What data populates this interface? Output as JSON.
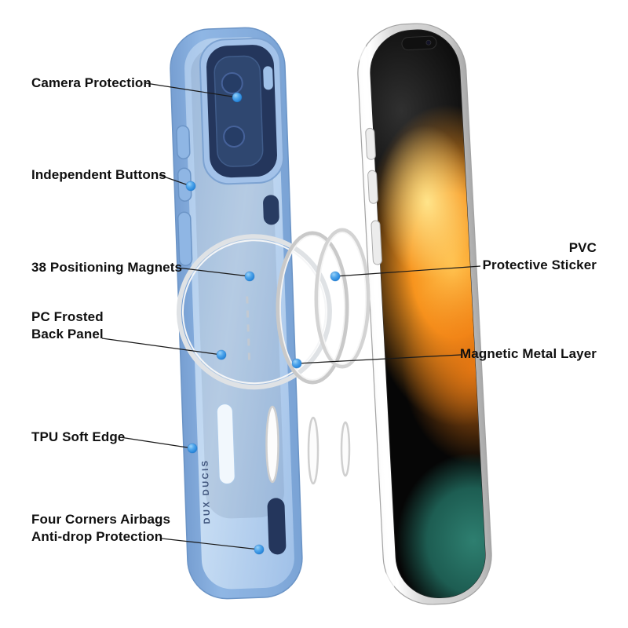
{
  "diagram": {
    "brand_vertical_text": "DUX DUCIS",
    "labels": {
      "camera_protection": "Camera Protection",
      "independent_buttons": "Independent Buttons",
      "positioning_magnets": "38 Positioning Magnets",
      "pc_frosted_line1": "PC Frosted",
      "pc_frosted_line2": "Back Panel",
      "tpu_soft_edge": "TPU Soft Edge",
      "four_corners_line1": "Four Corners Airbags",
      "four_corners_line2": "Anti-drop Protection",
      "pvc_line1": "PVC",
      "pvc_line2": "Protective Sticker",
      "magnetic_metal_layer": "Magnetic Metal Layer"
    },
    "colors": {
      "case_blue": "#87AFDE",
      "case_edge_blue": "#6B94C6",
      "frosted_panel": "#C3DAF2",
      "inner_navy": "#24365C",
      "callout_dot_blue": "#2F8FE3",
      "leader_line": "#1A1A1A",
      "phone_frame_silver": "#D9D9D9",
      "wallpaper_orange": "#F7941E",
      "wallpaper_teal": "#2A7A6C"
    }
  }
}
